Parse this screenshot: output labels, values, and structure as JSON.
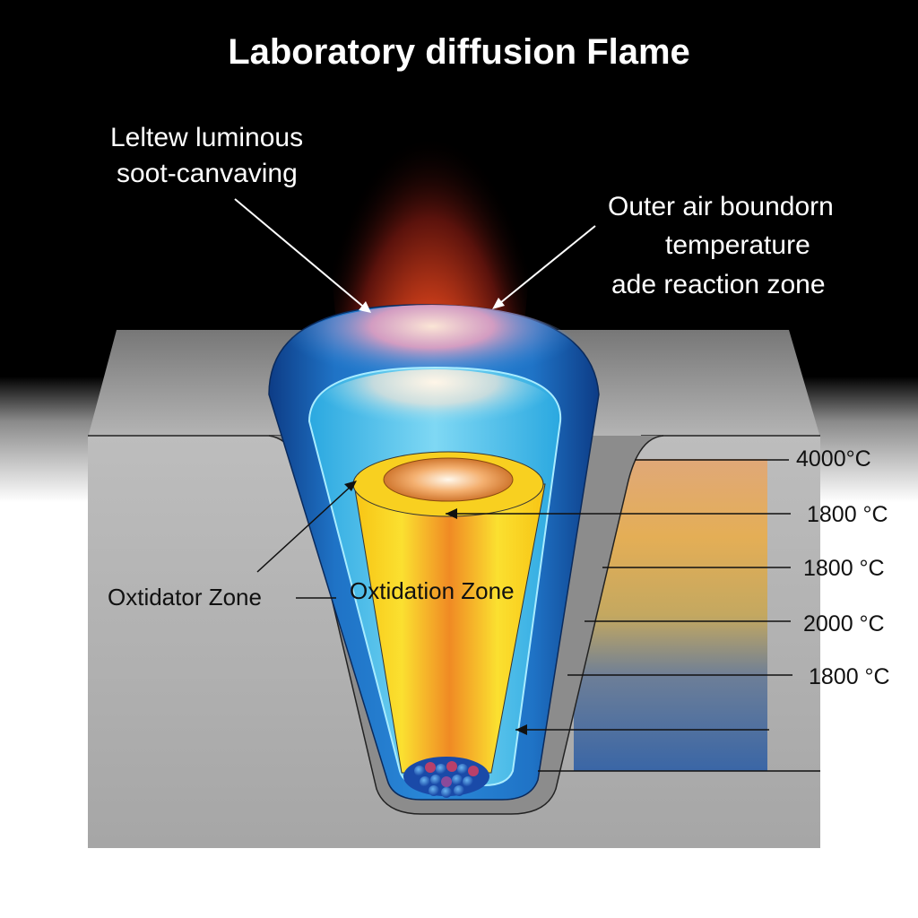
{
  "title": "Laboratory diffusion Flame",
  "labels": {
    "soot_line1": "Leltew luminous",
    "soot_line2": "soot-canvaving",
    "outer_line1": "Outer air boundorn",
    "outer_line2": "temperature",
    "outer_line3": "ade reaction zone",
    "oxidator_zone": "Oxtidator Zone",
    "oxidation_zone": "Oxtidation Zone"
  },
  "temperature_scale": [
    {
      "label": "4000°C",
      "value": 4000
    },
    {
      "label": "1800 °C",
      "value": 1800
    },
    {
      "label": "1800 °C",
      "value": 1800
    },
    {
      "label": "2000 °C",
      "value": 2000
    },
    {
      "label": "1800 °C",
      "value": 1800
    }
  ],
  "colors": {
    "flame_plume": "#e05a1a",
    "outer_cone": "#1a5fb4",
    "inner_cone": "#3cc0ec",
    "core_yellow": "#f7d418",
    "core_orange": "#f08a24",
    "block_gray": "#a9a9a9",
    "scale_top": "#e0a878",
    "scale_bottom": "#3a66a6"
  }
}
